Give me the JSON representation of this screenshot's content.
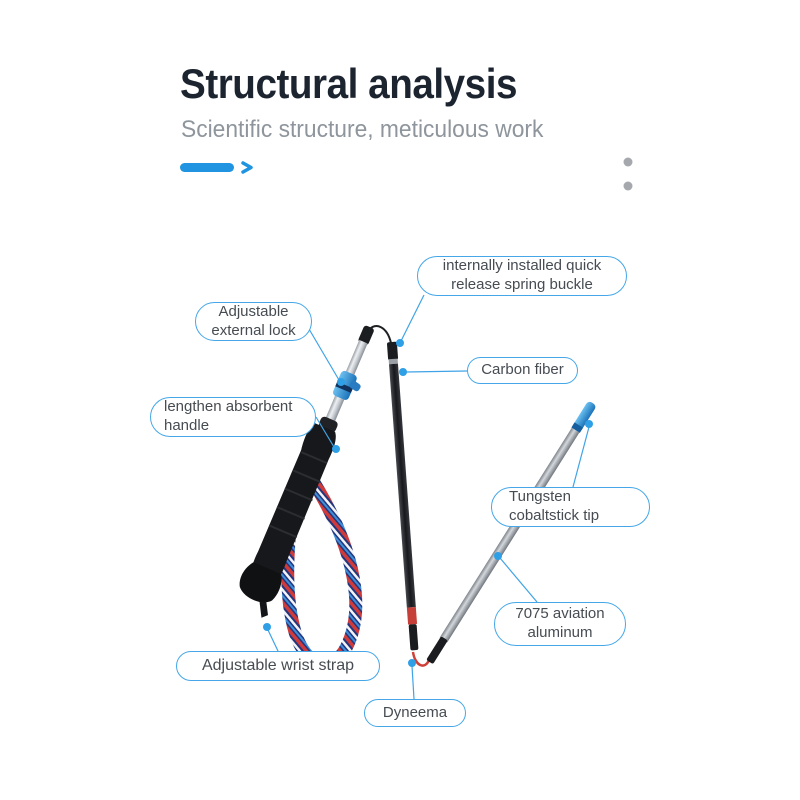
{
  "page": {
    "title": "Structural analysis",
    "subtitle": "Scientific structure, meticulous work"
  },
  "colors": {
    "accent": "#2094e0",
    "title-color": "#1c2430",
    "subtitle-color": "#8e959c",
    "callout-border": "#45a7e8",
    "callout-text": "#464c52"
  },
  "callouts": [
    {
      "id": "quick-release-buckle",
      "label": "internally installed quick\nrelease spring buckle"
    },
    {
      "id": "external-lock",
      "label": "Adjustable\nexternal lock"
    },
    {
      "id": "carbon-fiber",
      "label": "Carbon fiber"
    },
    {
      "id": "absorbent-handle",
      "label": "lengthen absorbent\nhandle"
    },
    {
      "id": "tungsten-tip",
      "label": "Tungsten\ncobaltstick tip"
    },
    {
      "id": "aviation-aluminum",
      "label": "7075 aviation\naluminum"
    },
    {
      "id": "wrist-strap",
      "label": "Adjustable wrist strap"
    },
    {
      "id": "dyneema",
      "label": "Dyneema"
    }
  ]
}
